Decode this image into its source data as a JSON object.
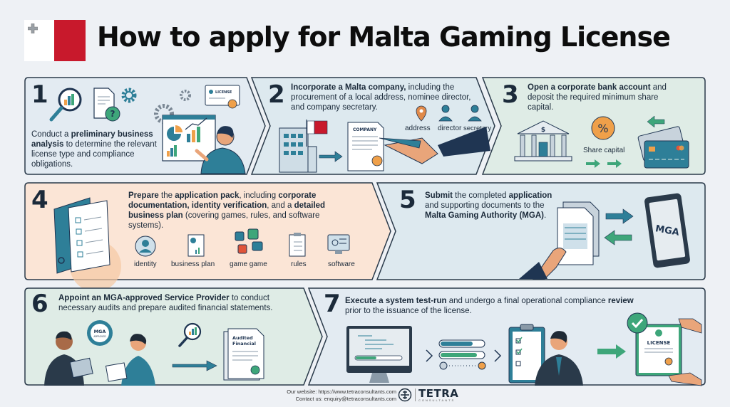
{
  "header": {
    "title": "How to apply for Malta Gaming License",
    "flag": {
      "left_color": "#ffffff",
      "right_color": "#c8192c"
    }
  },
  "colors": {
    "panel_blue": "#e3ebf2",
    "panel_blue2": "#dde9ef",
    "panel_green": "#dfece6",
    "panel_peach": "#fbe5d6",
    "panel_border": "#2a3a4a",
    "teal": "#2e7f98",
    "green": "#3ea67a",
    "orange": "#efa04a",
    "navy": "#1f3552"
  },
  "steps": [
    {
      "number": "1",
      "text_parts": [
        {
          "t": "Conduct a ",
          "b": false
        },
        {
          "t": "preliminary business analysis",
          "b": true
        },
        {
          "t": " to determine the relevant license type and compliance obligations.",
          "b": false
        }
      ],
      "icons": [
        "magnifier-chart-icon",
        "document-question-icon",
        "gear-icon",
        "license-card-icon",
        "dashboard-screen-icon",
        "presenter-person-icon"
      ],
      "badge_label": "LICENSE"
    },
    {
      "number": "2",
      "text_parts": [
        {
          "t": "Incorporate a Malta company,",
          "b": true
        },
        {
          "t": " including the procurement of a local address, nominee director, and company secretary.",
          "b": false
        }
      ],
      "labels": [
        "address",
        "director",
        "secretary"
      ],
      "doc_label": "COMPANY"
    },
    {
      "number": "3",
      "text_parts": [
        {
          "t": "Open a corporate bank account",
          "b": true
        },
        {
          "t": " and deposit the required minimum share capital.",
          "b": false
        }
      ],
      "labels": [
        "Share capital"
      ],
      "bank_symbol": "$",
      "coin_symbol": "%"
    },
    {
      "number": "4",
      "text_parts": [
        {
          "t": "Prepare",
          "b": true
        },
        {
          "t": " the ",
          "b": false
        },
        {
          "t": "application pack",
          "b": true
        },
        {
          "t": ", including ",
          "b": false
        },
        {
          "t": "corporate documentation, identity verification",
          "b": true
        },
        {
          "t": ", and a ",
          "b": false
        },
        {
          "t": "detailed business plan",
          "b": true
        },
        {
          "t": " (covering games, rules, and software systems).",
          "b": false
        }
      ],
      "labels": [
        "identity",
        "business plan",
        "game game",
        "rules",
        "software"
      ]
    },
    {
      "number": "5",
      "text_parts": [
        {
          "t": "Submit",
          "b": true
        },
        {
          "t": " the completed ",
          "b": false
        },
        {
          "t": "application",
          "b": true
        },
        {
          "t": " and supporting documents to the ",
          "b": false
        },
        {
          "t": "Malta Gaming Authority (MGA)",
          "b": true
        },
        {
          "t": ".",
          "b": false
        }
      ],
      "tablet_label": "MGA"
    },
    {
      "number": "6",
      "text_parts": [
        {
          "t": "Appoint an MGA-approved Service Provider",
          "b": true
        },
        {
          "t": " to conduct necessary audits and prepare audited financial statements.",
          "b": false
        }
      ],
      "seal_label": "MGA",
      "seal_sub": "APPROVED",
      "doc_label_1": "Audited",
      "doc_label_2": "Financial"
    },
    {
      "number": "7",
      "text_parts": [
        {
          "t": "Execute a system test-run",
          "b": true
        },
        {
          "t": " and undergo a final operational compliance ",
          "b": false
        },
        {
          "t": "review",
          "b": true
        },
        {
          "t": " prior to the issuance of the license.",
          "b": false
        }
      ],
      "license_label": "LICENSE",
      "progress": [
        0.75,
        0.85
      ]
    }
  ],
  "footer": {
    "website_line": "Our website: https://www.tetraconsultants.com",
    "contact_line": "Contact us: enquiry@tetraconsultants.com",
    "brand": "TETRA",
    "brand_sub": "CONSULTANTS"
  }
}
